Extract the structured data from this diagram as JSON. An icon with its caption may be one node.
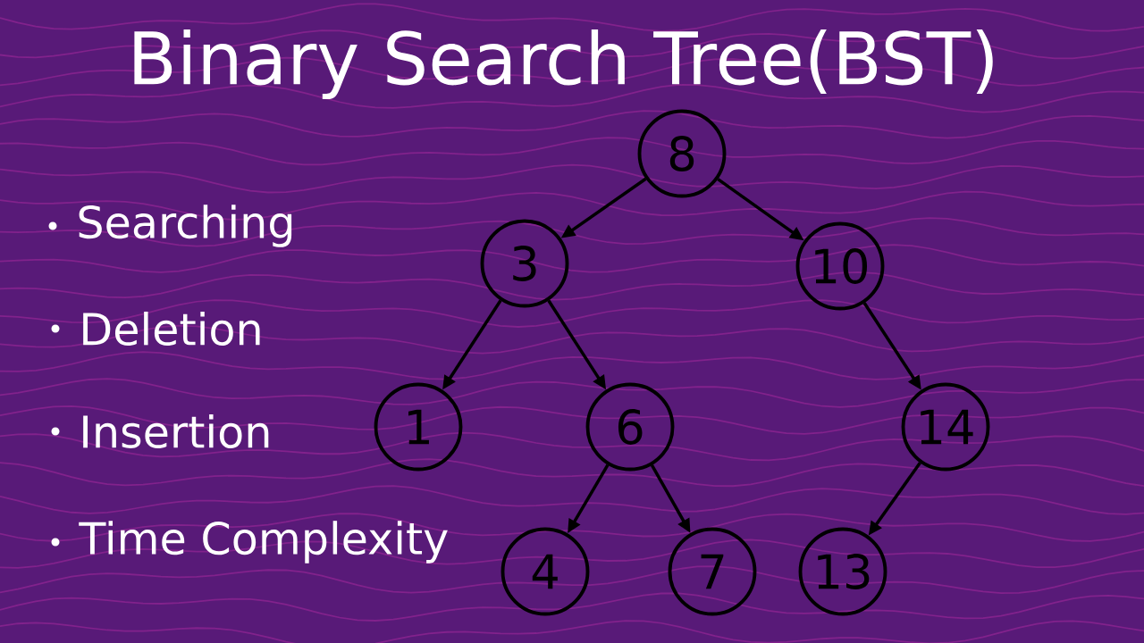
{
  "diagram": {
    "title": "Binary Search Tree(BST)",
    "nodes": [
      {
        "text": [
          "8"
        ]
      },
      {
        "text": [
          "3"
        ]
      },
      {
        "text": [
          "10"
        ]
      },
      {
        "text": [
          "1"
        ]
      },
      {
        "text": [
          "6"
        ]
      },
      {
        "text": [
          "14"
        ]
      },
      {
        "text": [
          "4"
        ]
      },
      {
        "text": [
          "7"
        ]
      },
      {
        "text": [
          "13"
        ]
      }
    ],
    "edges": [
      {
        "from": 0,
        "to": 1,
        "arrow": "to"
      },
      {
        "from": 0,
        "to": 2,
        "arrow": "to"
      },
      {
        "from": 1,
        "to": 3,
        "arrow": "to"
      },
      {
        "from": 1,
        "to": 4,
        "arrow": "to"
      },
      {
        "from": 2,
        "to": 5,
        "arrow": "to"
      },
      {
        "from": 4,
        "to": 6,
        "arrow": "to"
      },
      {
        "from": 4,
        "to": 7,
        "arrow": "to"
      },
      {
        "from": 5,
        "to": 8,
        "arrow": "to"
      }
    ],
    "labels": [
      "Searching",
      "Deletion",
      "Insertion",
      "Time Complexity"
    ]
  }
}
